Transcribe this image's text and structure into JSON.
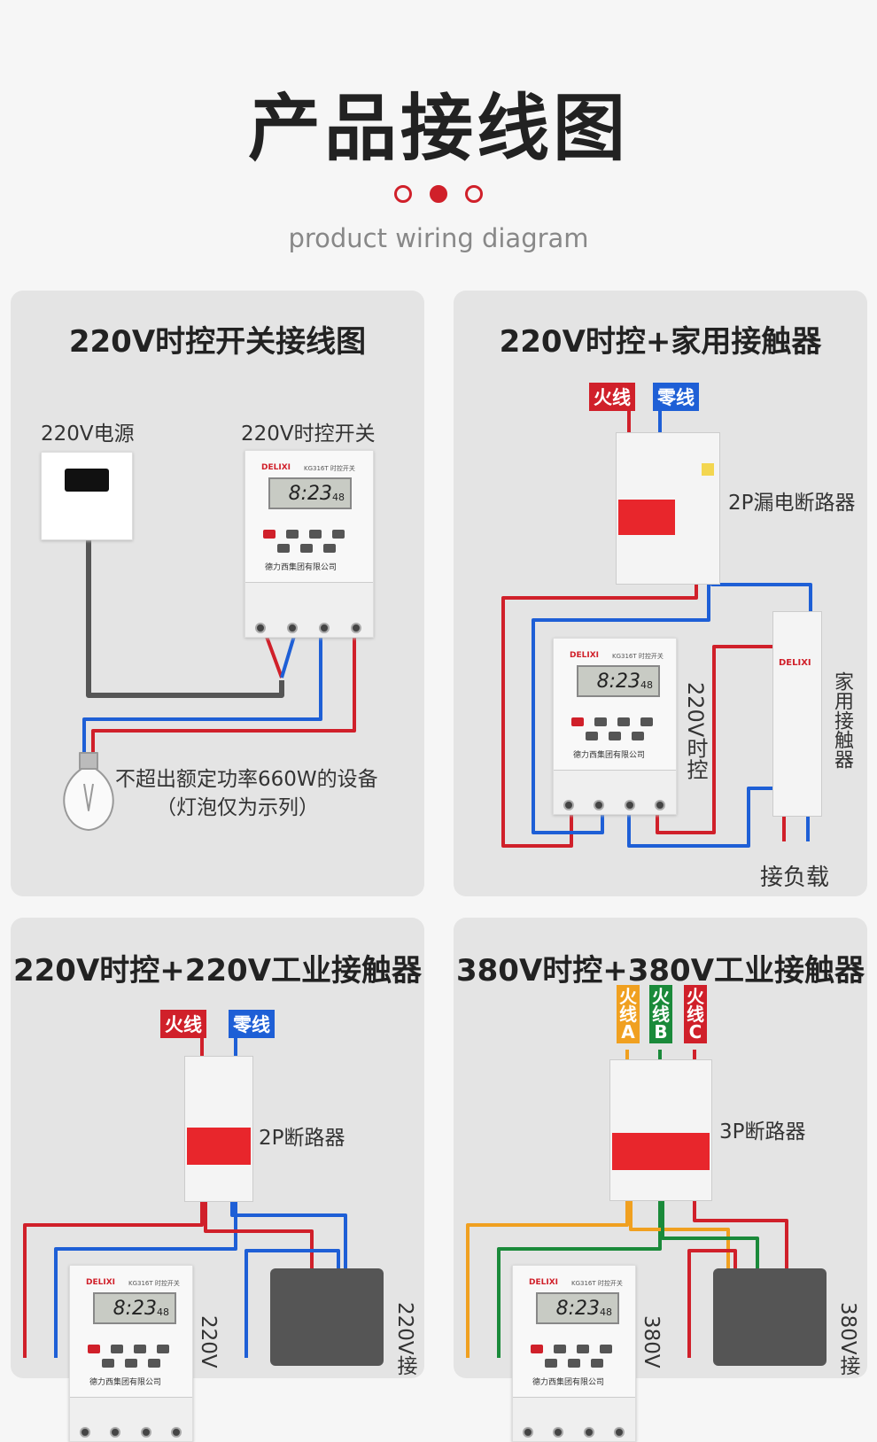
{
  "header": {
    "title": "产品接线图",
    "subtitle": "product wiring diagram"
  },
  "colors": {
    "accent": "#d0202a",
    "live": "#d0202a",
    "neutral": "#1e5fd6",
    "phaseA": "#f0a020",
    "phaseB": "#1a8a3a",
    "phaseC": "#d0202a"
  },
  "timer": {
    "brand": "DELIXI",
    "model": "KG316T 时控开关",
    "time": "8:23",
    "seconds": "48",
    "company": "德力西集团有限公司"
  },
  "panels": [
    {
      "title": "220V时控开关接线图",
      "power_label": "220V电源",
      "timer_label": "220V时控开关",
      "load_label": "不超出额定功率660W的设备",
      "load_note": "（灯泡仅为示列）"
    },
    {
      "title": "220V时控+家用接触器",
      "live": "火线",
      "neutral": "零线",
      "breaker_label": "2P漏电断路器",
      "timer_label": "220V时控",
      "contactor_label": "家用接触器",
      "load_label": "接负载"
    },
    {
      "title": "220V时控+220V工业接触器",
      "live": "火线",
      "neutral": "零线",
      "breaker_label": "2P断路器",
      "timer_label": "220V",
      "contactor_label": "220V接"
    },
    {
      "title": "380V时控+380V工业接触器",
      "phase_a": "火线A",
      "phase_b": "火线B",
      "phase_c": "火线C",
      "breaker_label": "3P断路器",
      "timer_label": "380V",
      "contactor_label": "380V接"
    }
  ]
}
